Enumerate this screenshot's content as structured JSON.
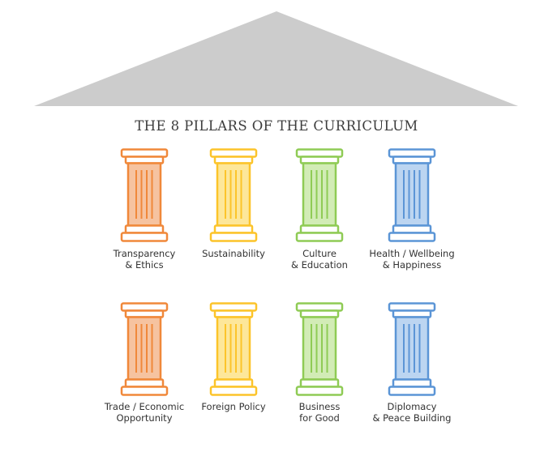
{
  "title": "THE 8 PILLARS OF THE CURRICULUM",
  "colors": {
    "roof": "#cccccc",
    "orange": {
      "stroke": "#f0883a",
      "fill": "#f6c3a0"
    },
    "yellow": {
      "stroke": "#fcc42a",
      "fill": "#fde79a"
    },
    "green": {
      "stroke": "#8fcb55",
      "fill": "#d2ecb6"
    },
    "blue": {
      "stroke": "#5b95d6",
      "fill": "#bcd5f1"
    }
  },
  "pillars": [
    {
      "icon": "pillar-icon",
      "color": "orange",
      "line1": "Transparency",
      "line2": "& Ethics"
    },
    {
      "icon": "pillar-icon",
      "color": "yellow",
      "line1": "Sustainability",
      "line2": ""
    },
    {
      "icon": "pillar-icon",
      "color": "green",
      "line1": "Culture",
      "line2": "& Education"
    },
    {
      "icon": "pillar-icon",
      "color": "blue",
      "line1": "Health / Wellbeing",
      "line2": "& Happiness"
    },
    {
      "icon": "pillar-icon",
      "color": "orange",
      "line1": "Trade / Economic",
      "line2": "Opportunity"
    },
    {
      "icon": "pillar-icon",
      "color": "yellow",
      "line1": "Foreign Policy",
      "line2": ""
    },
    {
      "icon": "pillar-icon",
      "color": "green",
      "line1": "Business",
      "line2": "for Good"
    },
    {
      "icon": "pillar-icon",
      "color": "blue",
      "line1": "Diplomacy",
      "line2": "& Peace Building"
    }
  ]
}
